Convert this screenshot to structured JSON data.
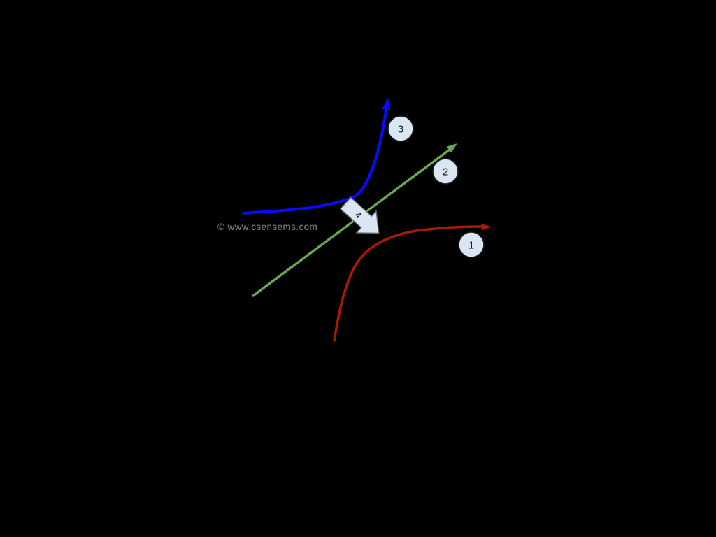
{
  "watermark": {
    "text": "© www.csensems.com"
  },
  "markers": [
    {
      "label": "1"
    },
    {
      "label": "2"
    },
    {
      "label": "3"
    },
    {
      "label": "4"
    }
  ],
  "curves": [
    {
      "marker": "1",
      "color_key": "curve-red",
      "shape": "steep rise from bottom then plateau, arrowhead pointing right"
    },
    {
      "marker": "2",
      "color_key": "curve-green",
      "shape": "straight diagonal line rising left-to-right, arrowhead at top-right"
    },
    {
      "marker": "3",
      "color_key": "curve-blue",
      "shape": "flat start then steep exponential rise, arrowhead pointing up"
    },
    {
      "marker": "4",
      "color_key": "block-arrow",
      "shape": "thick block arrow pointing down-right across the green line"
    }
  ],
  "colors": {
    "background": "#000000",
    "curve-red": "#a61c00",
    "curve-green": "#6aa84f",
    "curve-blue": "#0a0aff",
    "marker-fill": "#dbe6f3",
    "marker-stroke": "#1c1c1c",
    "marker-text": "#141414",
    "block-arrow-fill": "#dbe6f3",
    "block-arrow-stroke": "#6b6b6b",
    "watermark": "#8a8a8a"
  }
}
